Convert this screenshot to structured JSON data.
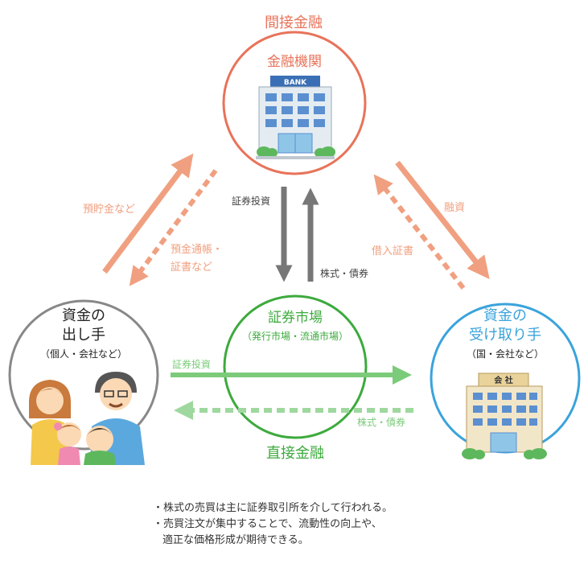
{
  "top": {
    "label": "間接金融",
    "circle_title": "金融機関",
    "bank_sign": "BANK"
  },
  "left": {
    "title_line1": "資金の",
    "title_line2": "出し手",
    "subtitle": "（個人・会社など）"
  },
  "right": {
    "title_line1": "資金の",
    "title_line2": "受け取り手",
    "subtitle": "（国・会社など）",
    "building_sign": "会 社"
  },
  "center": {
    "title": "証券市場",
    "subtitle": "（発行市場・流通市場）"
  },
  "bottom": {
    "label": "直接金融"
  },
  "arrows": {
    "deposit": "預貯金など",
    "passbook_line1": "預金通帳・",
    "passbook_line2": "証書など",
    "bank_invest": "証券投資",
    "stocks_bonds_to_bank": "株式・債券",
    "loan": "融資",
    "iou": "借入証書",
    "direct_invest": "証券投資",
    "direct_stocks_bonds": "株式・債券"
  },
  "notes": {
    "line1": "・株式の売買は主に証券取引所を介して行われる。",
    "line2": "・売買注文が集中することで、流動性の向上や、",
    "line3": "適正な価格形成が期待できる。"
  },
  "colors": {
    "orange": "#E8735A",
    "salmon": "#F0A080",
    "green": "#3DAA3D",
    "light_green": "#8FD18F",
    "blue": "#3AA3DB",
    "gray": "#888888",
    "dark_gray": "#777777"
  }
}
